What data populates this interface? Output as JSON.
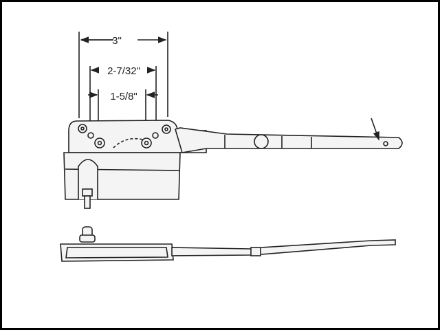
{
  "dimensions": {
    "overall_width": "3\"",
    "outer_hole_spacing": "2-7/32\"",
    "inner_hole_spacing": "1-5/8\""
  },
  "colors": {
    "line": "#222222",
    "background": "#ffffff",
    "frame": "#000000"
  }
}
